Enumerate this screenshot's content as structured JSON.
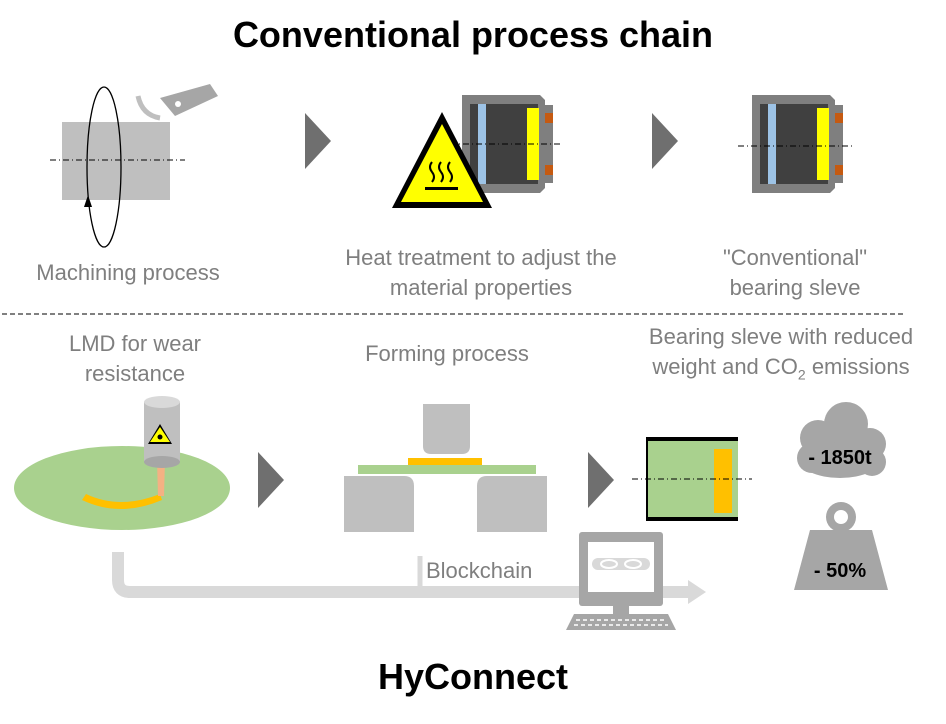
{
  "titles": {
    "top": "Conventional process chain",
    "bottom": "HyConnect"
  },
  "conventional": {
    "machining": "Machining process",
    "heat_line1": "Heat treatment to adjust the",
    "heat_line2": "material properties",
    "sleeve_line1": "\"Conventional\"",
    "sleeve_line2": "bearing sleve"
  },
  "hyconnect": {
    "lmd_line1": "LMD for wear",
    "lmd_line2": "resistance",
    "forming": "Forming process",
    "result_line1": "Bearing sleve with reduced",
    "result_line2_prefix": "weight and CO",
    "result_line2_sub": "2",
    "result_line2_suffix": " emissions",
    "blockchain": "Blockchain"
  },
  "badges": {
    "co2": "- 1850t",
    "weight": "- 50%"
  },
  "colors": {
    "arrow": "#6f6f6f",
    "text": "#7f7f7f",
    "green": "#a9d18e",
    "orange": "#ffc000",
    "yellow": "#ffff00",
    "grey_block": "#bfbfbf"
  }
}
